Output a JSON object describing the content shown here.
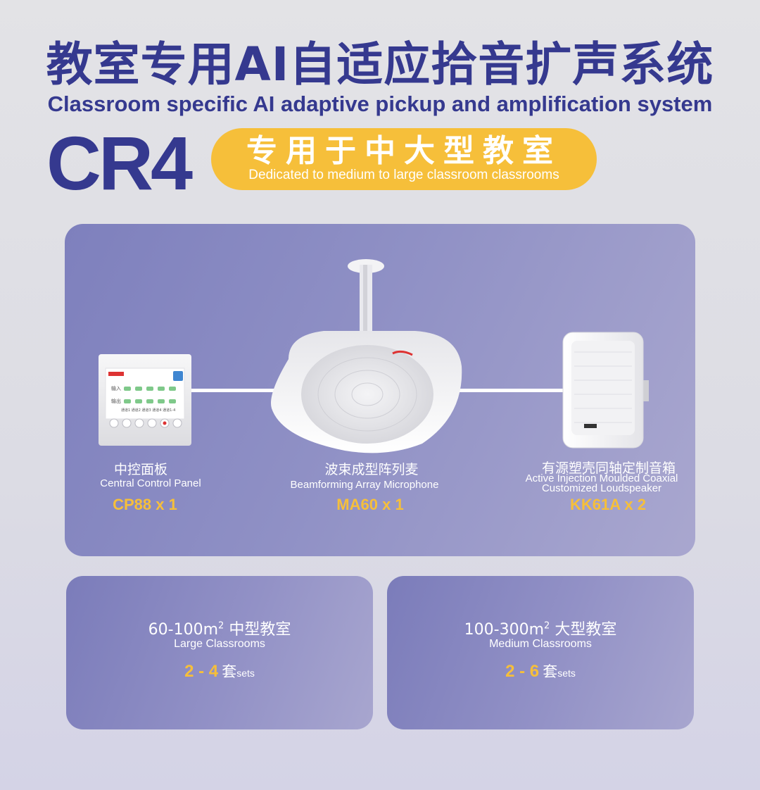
{
  "header": {
    "title_cn": "教室专用AI自适应拾音扩声系统",
    "title_en": "Classroom specific AI adaptive pickup and amplification system",
    "model": "CR4",
    "tagline_cn": "专用于中大型教室",
    "tagline_en": "Dedicated to medium to large classroom classrooms"
  },
  "products": [
    {
      "name_cn": "中控面板",
      "name_en": "Central Control Panel",
      "qty": "CP88 x 1",
      "icon": "control-panel-icon",
      "screen": {
        "row1": "输入",
        "row2": "输出",
        "channels": "通道1  通道2  通道3  通道4  通道1-4"
      }
    },
    {
      "name_cn": "波束成型阵列麦",
      "name_en": "Beamforming Array Microphone",
      "qty": "MA60 x 1",
      "icon": "ceiling-microphone-icon"
    },
    {
      "name_cn": "有源塑壳同轴定制音箱",
      "name_en_line1": "Active Injection Moulded Coaxial",
      "name_en_line2": "Customized Loudspeaker",
      "qty": "KK61A x 2",
      "icon": "loudspeaker-icon"
    }
  ],
  "cards": [
    {
      "area": "60-100m",
      "sup": "2",
      "type_cn": "中型教室",
      "type_en": "Large Classrooms",
      "qty": "2 - 4",
      "unit_cn": "套",
      "unit_en": "sets"
    },
    {
      "area": "100-300m",
      "sup": "2",
      "type_cn": "大型教室",
      "type_en": "Medium Classrooms",
      "qty": "2 - 6",
      "unit_cn": "套",
      "unit_en": "sets"
    }
  ],
  "colors": {
    "brand_blue": "#35398f",
    "accent_yellow": "#f6bf3a",
    "panel_purple": "#8a8bc3"
  }
}
